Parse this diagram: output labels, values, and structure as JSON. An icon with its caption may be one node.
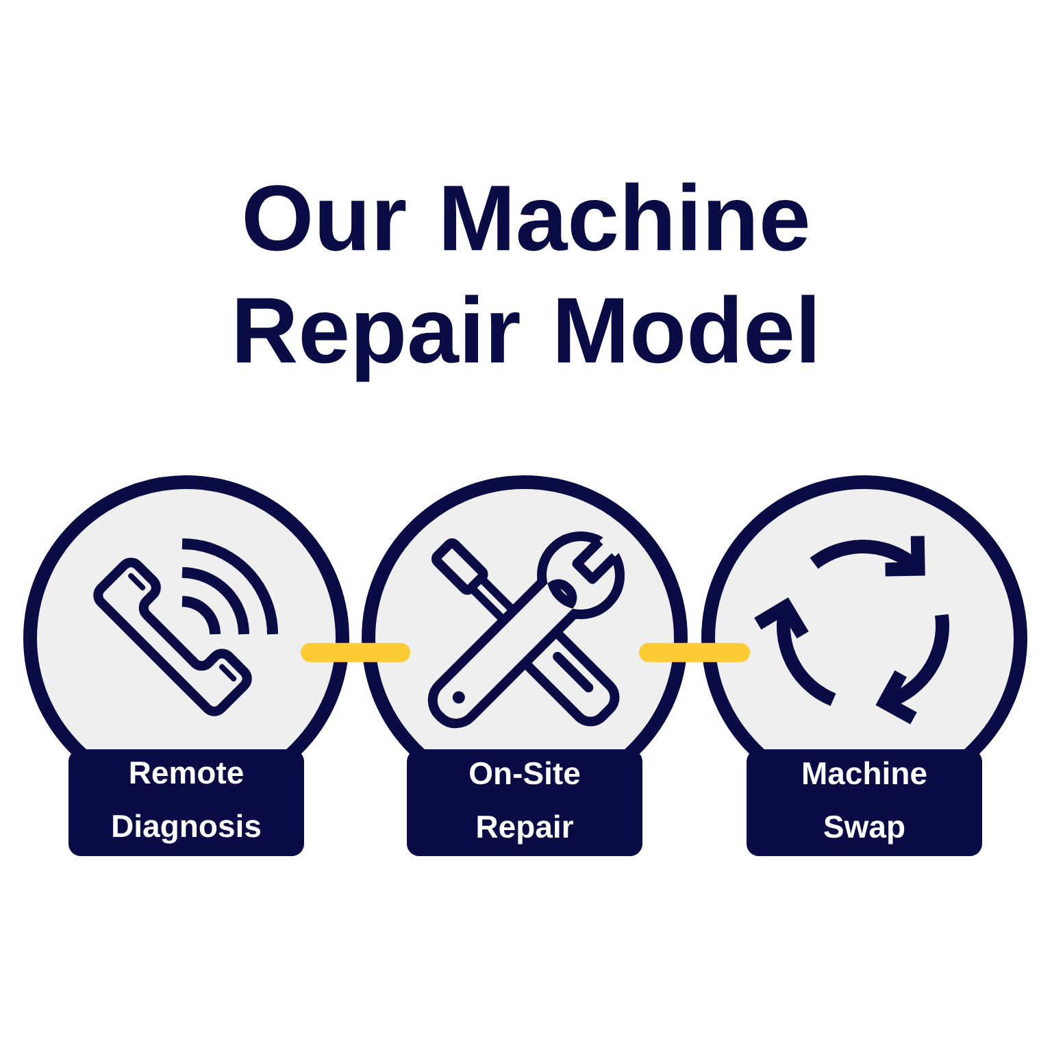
{
  "diagram": {
    "title": "Our Machine Repair Model",
    "nodes": [
      {
        "text": [
          "Remote Diagnosis"
        ]
      },
      {
        "text": [
          "On-Site Repair"
        ]
      },
      {
        "text": [
          "Machine Swap"
        ]
      }
    ],
    "edges": [
      {
        "from": 0,
        "to": 1,
        "arrow": "none"
      },
      {
        "from": 1,
        "to": 2,
        "arrow": "none"
      }
    ]
  }
}
